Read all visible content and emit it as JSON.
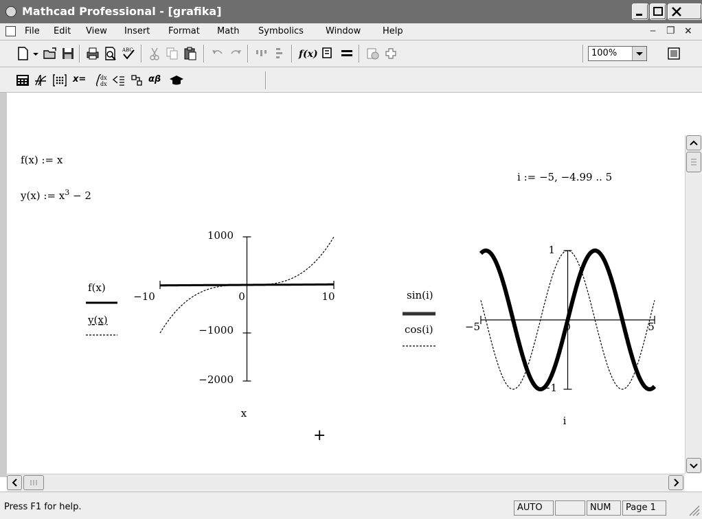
{
  "window": {
    "title": "Mathcad Professional - [grafika]"
  },
  "menu": {
    "items": [
      {
        "label": "File"
      },
      {
        "label": "Edit"
      },
      {
        "label": "View"
      },
      {
        "label": "Insert"
      },
      {
        "label": "Format"
      },
      {
        "label": "Math"
      },
      {
        "label": "Symbolics"
      },
      {
        "label": "Window"
      },
      {
        "label": "Help"
      }
    ]
  },
  "toolbar": {
    "zoom": "100%"
  },
  "toolbar2": {
    "eval_label": "x=",
    "greek_label": "αβ"
  },
  "worksheet": {
    "def_f": "f(x) := x",
    "def_y_base": "y(x) := x",
    "def_y_exp": "3",
    "def_y_tail": " − 2",
    "def_i": "i := −5, −4.99 .. 5",
    "cursor": "+"
  },
  "plot1": {
    "legend": [
      "f(x)",
      "y(x)"
    ],
    "xlabel": "x",
    "xticks": [
      "−10",
      "0",
      "10"
    ],
    "yticks": [
      "1000",
      "−1000",
      "−2000"
    ]
  },
  "plot2": {
    "legend": [
      "sin(i)",
      "cos(i)"
    ],
    "xlabel": "i",
    "xticks": [
      "−5",
      "0",
      "5"
    ],
    "yticks": [
      "1",
      "−1"
    ]
  },
  "chart_data": [
    {
      "type": "line",
      "xlabel": "x",
      "xlim": [
        -10,
        10
      ],
      "ylim": [
        -2000,
        1000
      ],
      "series": [
        {
          "name": "f(x)",
          "expr": "x",
          "style": "solid-thick"
        },
        {
          "name": "y(x)",
          "expr": "x^3 - 2",
          "style": "dashed"
        }
      ]
    },
    {
      "type": "line",
      "xlabel": "i",
      "xlim": [
        -5,
        5
      ],
      "ylim": [
        -1,
        1
      ],
      "series": [
        {
          "name": "sin(i)",
          "expr": "sin(i)",
          "style": "solid-thick"
        },
        {
          "name": "cos(i)",
          "expr": "cos(i)",
          "style": "dashed"
        }
      ]
    }
  ],
  "status": {
    "help": "Press F1 for help.",
    "mode": "AUTO",
    "cell_blank": "",
    "num": "NUM",
    "page": "Page 1"
  }
}
